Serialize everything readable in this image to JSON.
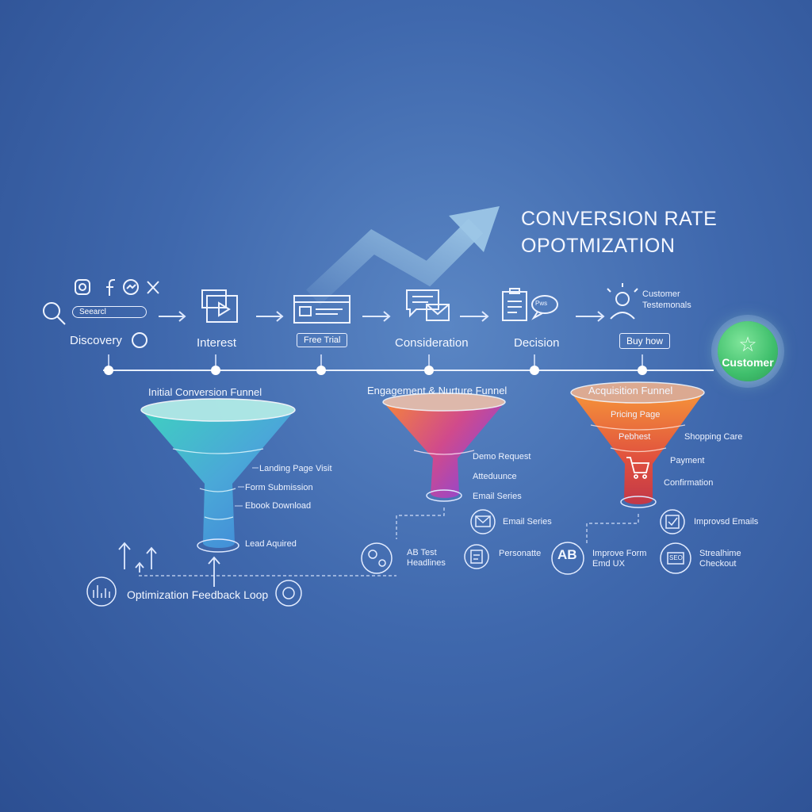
{
  "title": {
    "line1": "CONVERSION RATE",
    "line2": "OPOTMIZATION"
  },
  "search": {
    "placeholder": "Seearcl"
  },
  "stages": {
    "discovery": "Discovery",
    "interest": "Interest",
    "free_trial": "Free Trial",
    "consideration": "Consideration",
    "decision": "Decision",
    "buy_now": "Buy how",
    "customer": "Customer",
    "testimonials": "Customer\nTestemonals",
    "pws_bubble": "Pws"
  },
  "funnel1": {
    "title": "Initial Conversion Funnel",
    "steps": [
      "Landing Page Visit",
      "Form Submission",
      "Ebook Download",
      "Lead Aquired"
    ]
  },
  "funnel2": {
    "title": "Engagement & Nurture Funnel",
    "steps": [
      "Demo Request",
      "Atteduunce",
      "Email Series"
    ]
  },
  "funnel3": {
    "title": "Acquisition Funnel",
    "inside": [
      "Pricing Page",
      "Pebhest"
    ],
    "steps": [
      "Shopping Care",
      "Payment",
      "Confirmation"
    ]
  },
  "actions": {
    "email_series": "Email Series",
    "ab_test": "AB Test\nHeadlines",
    "personalize": "Personatte",
    "improve_form": "Improve Form\nEmd UX",
    "improved_emails": "Improvsd Emails",
    "streamline": "Strealhime\nCheckout",
    "ab_glyph": "AB",
    "seo_glyph": "SEO"
  },
  "feedback": {
    "label": "Optimization Feedback Loop"
  },
  "colors": {
    "bg_center": "#5a86c4",
    "bg_edge": "#2c4f92",
    "funnel1_top": "#3fc4c8",
    "funnel1_bottom": "#3a8fe0",
    "funnel2_top": "#f07a3c",
    "funnel2_bottom": "#8a46d8",
    "funnel3_top": "#f28a3a",
    "funnel3_bottom": "#c8384a",
    "customer_badge": "#3fbf6c"
  }
}
